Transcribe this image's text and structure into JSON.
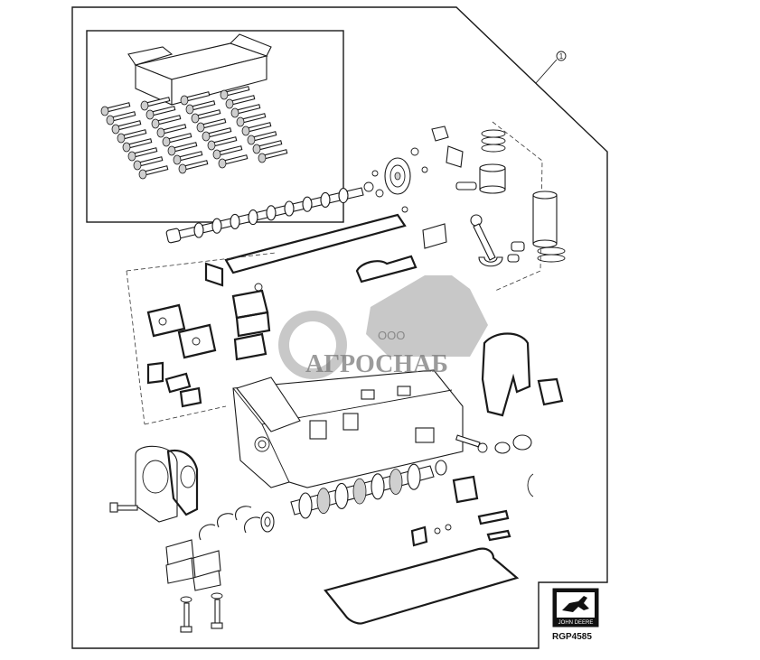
{
  "callout": {
    "number": "1"
  },
  "watermark": {
    "prefix": "ООО",
    "name": "АГРОСНАБ"
  },
  "logo": {
    "brand": "JOHN DEERE"
  },
  "figure": {
    "code": "RGP4585"
  },
  "colors": {
    "line": "#1a1a1a",
    "watermark": "#8a8a8a",
    "logo_bg": "#111111"
  }
}
